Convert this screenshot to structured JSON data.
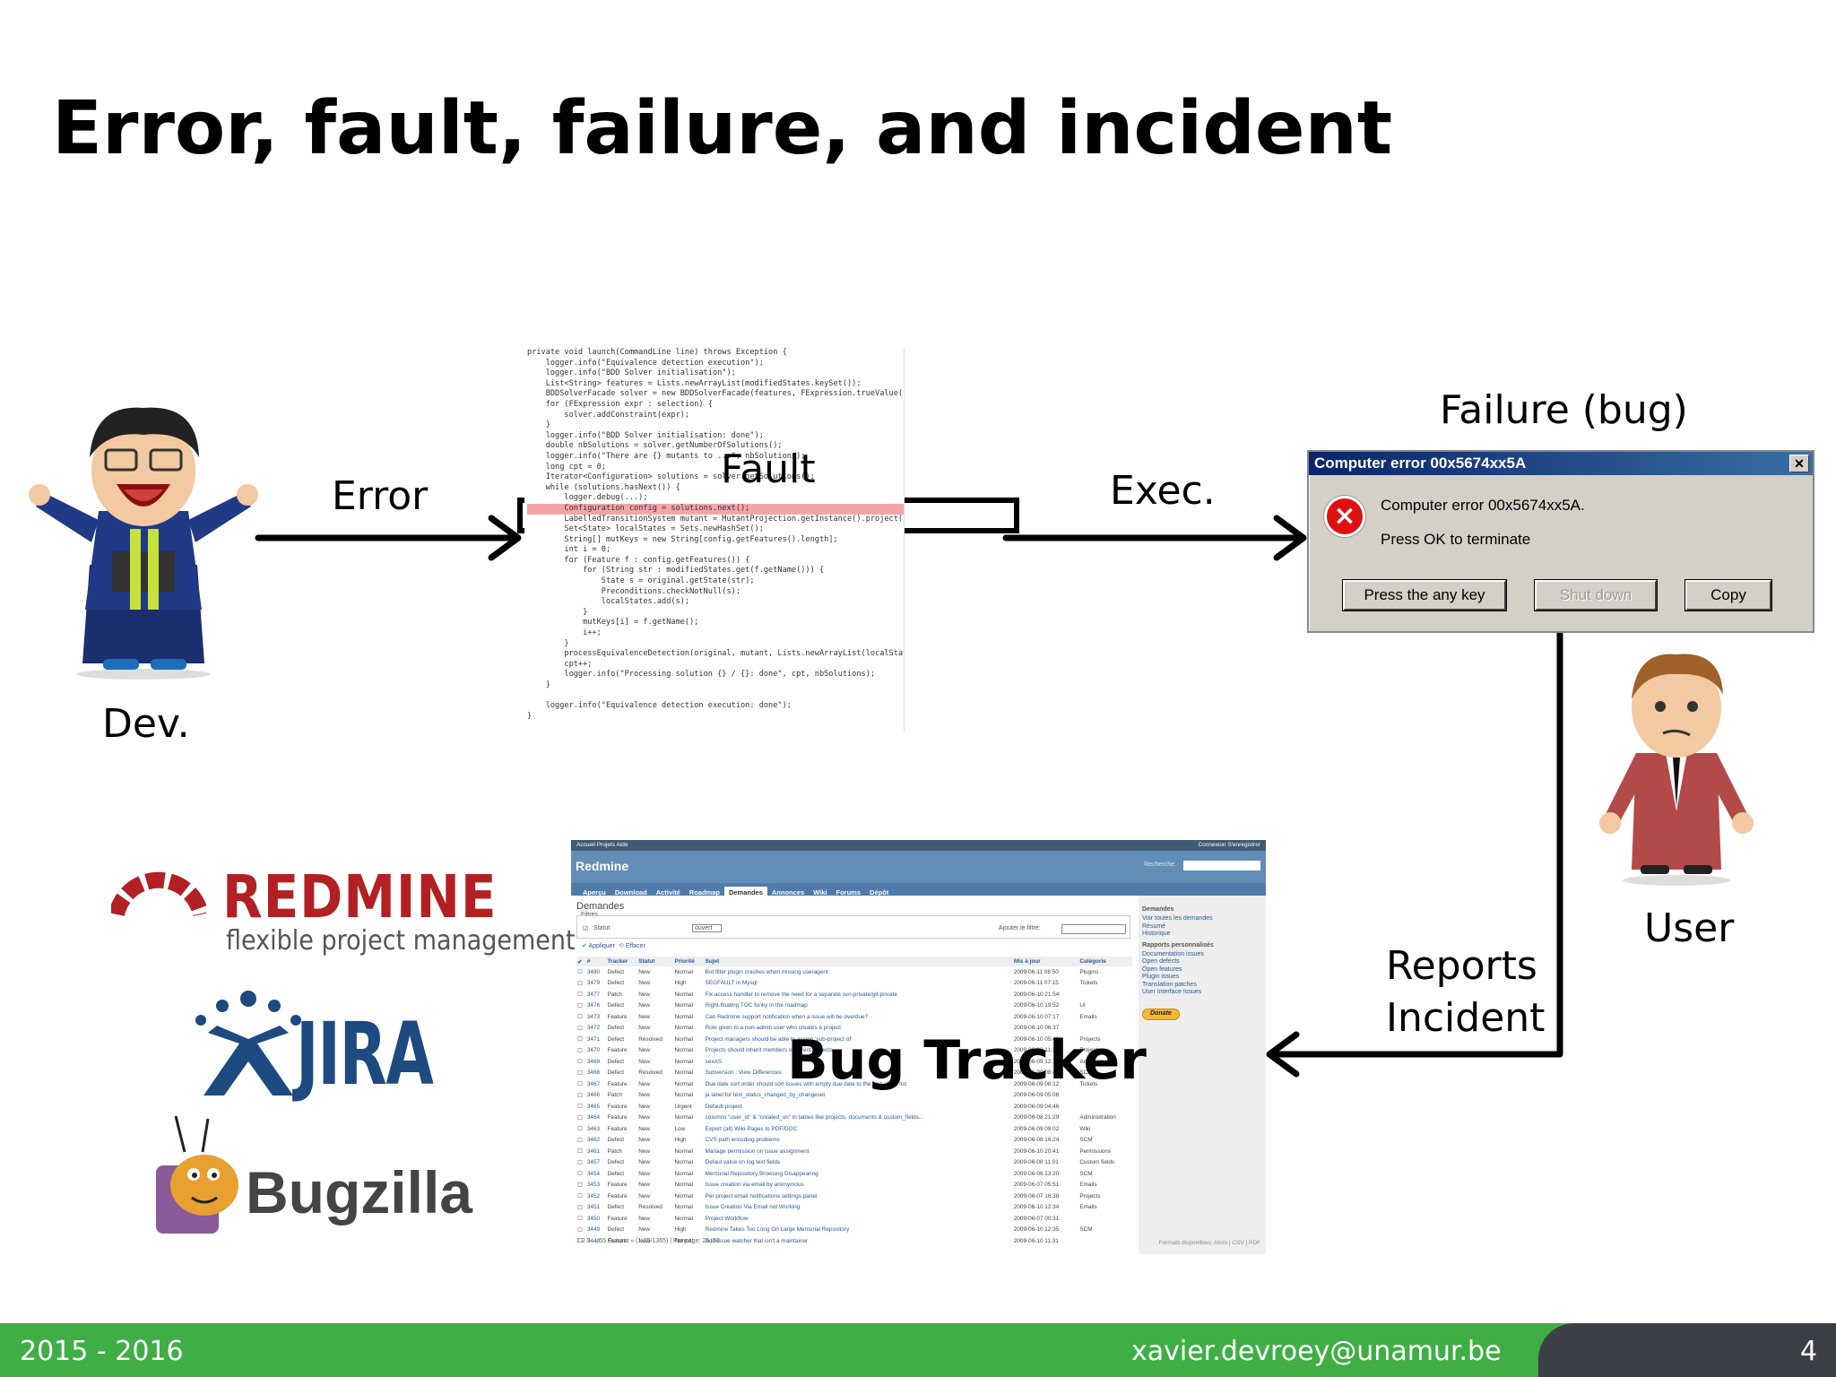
{
  "slide": {
    "title": "Error, fault, failure, and incident",
    "labels": {
      "error": "Error",
      "fault": "Fault",
      "exec": "Exec.",
      "failure": "Failure (bug)",
      "dev": "Dev.",
      "user": "User",
      "reports": "Reports",
      "incident": "Incident",
      "bug_tracker": "Bug Tracker"
    }
  },
  "code": {
    "lines": [
      "private void launch(CommandLine line) throws Exception {",
      "    logger.info(\"Equivalence detection execution\");",
      "    logger.info(\"BDD Solver initialisation\");",
      "    List<String> features = Lists.newArrayList(modifiedStates.keySet());",
      "    BDDSolverFacade solver = new BDDSolverFacade(features, FExpression.trueValue());",
      "    for (FExpression expr : selection) {",
      "        solver.addConstraint(expr);",
      "    }",
      "    logger.info(\"BDD Solver initialisation: done\");",
      "    double nbSolutions = solver.getNumberOfSolutions();",
      "    logger.info(\"There are {} mutants to ...\", nbSolutions);",
      "    long cpt = 0;",
      "    Iterator<Configuration> solutions = solver.getSolutions();",
      "    while (solutions.hasNext()) {",
      "        logger.debug(...);",
      "        Configuration config = solutions.next();",
      "        LabelledTransitionSystem mutant = MutantProjection.getInstance().project(fts, config);",
      "        Set<State> localStates = Sets.newHashSet();",
      "        String[] mutKeys = new String[config.getFeatures().length];",
      "        int i = 0;",
      "        for (Feature f : config.getFeatures()) {",
      "            for (String str : modifiedStates.get(f.getName())) {",
      "                State s = original.getState(str);",
      "                Preconditions.checkNotNull(s);",
      "                localStates.add(s);",
      "            }",
      "            mutKeys[i] = f.getName();",
      "            i++;",
      "        }",
      "        processEquivalenceDetection(original, mutant, Lists.newArrayList(localStates), mutKeys);",
      "        cpt++;",
      "        logger.info(\"Processing solution {} / {}: done\", cpt, nbSolutions);",
      "    }",
      "",
      "    logger.info(\"Equivalence detection execution: done\");",
      "}"
    ],
    "highlighted_line": 15
  },
  "dialog": {
    "title": "Computer error 00x5674xx5A",
    "message": "Computer error 00x5674xx5A.",
    "prompt": "Press OK to terminate",
    "buttons": [
      "Press the any key",
      "Shut down",
      "Copy"
    ],
    "close": "✕"
  },
  "redmine": {
    "top_left": "Accueil  Projets  Aide",
    "top_right": "Connexion  S'enregistrer",
    "name": "Redmine",
    "search_label": "Recherche:",
    "tabs": [
      "Aperçu",
      "Download",
      "Activité",
      "Roadmap",
      "Demandes",
      "Annonces",
      "Wiki",
      "Forums",
      "Dépôt"
    ],
    "active_tab": "Demandes",
    "heading": "Demandes",
    "filters_label": "Filtres",
    "status_label": "Statut",
    "status_value": "ouvert",
    "add_filter": "Ajouter le filtre:",
    "apply": "Appliquer",
    "clear": "Effacer",
    "columns": [
      "#",
      "Tracker",
      "Statut",
      "Priorité",
      "Sujet",
      "Mis à jour",
      "Catégorie"
    ],
    "rows": [
      [
        "3480",
        "Defect",
        "New",
        "Normal",
        "Bot filter plugin crashes when missing useragent",
        "2009-06-11 08:50",
        "Plugins"
      ],
      [
        "3479",
        "Defect",
        "New",
        "High",
        "SEGFAULT in Mysql",
        "2009-06-11 07:15",
        "Tickets"
      ],
      [
        "3477",
        "Patch",
        "New",
        "Normal",
        "Fix access handler to remove the need for a separate svn-private/git-private",
        "2009-06-10 21:54",
        ""
      ],
      [
        "3476",
        "Defect",
        "New",
        "Normal",
        "Right-floating TOC funky in the roadmap",
        "2009-06-10 19:52",
        "UI"
      ],
      [
        "3473",
        "Feature",
        "New",
        "Normal",
        "Can Redmine support notification when a issue will be overdue?",
        "2009-06-10 07:17",
        "Emails"
      ],
      [
        "3472",
        "Defect",
        "New",
        "Normal",
        "Role given to a non-admin user who creates a project",
        "2009-06-10 06:37",
        ""
      ],
      [
        "3471",
        "Defect",
        "Resolved",
        "Normal",
        "Project managers should be able to assign 'sub-project of'",
        "2009-06-10 05:42",
        "Projects"
      ],
      [
        "3470",
        "Feature",
        "New",
        "Normal",
        "Projects should inherit members of parent projects",
        "2009-06-09 11:37",
        "Projects"
      ],
      [
        "3469",
        "Defect",
        "New",
        "Normal",
        "sexAS",
        "2009-06-09 12:16",
        "Administration"
      ],
      [
        "3468",
        "Defect",
        "Resolved",
        "Normal",
        "Subversion : View Differences",
        "2009-06-09 08:46",
        "SCM"
      ],
      [
        "3467",
        "Feature",
        "New",
        "Normal",
        "Due date sort order should sort issues with empty due date to the end of the list",
        "2009-06-09 08:12",
        "Tickets"
      ],
      [
        "3466",
        "Patch",
        "New",
        "Normal",
        "ja label for text_status_changed_by_changeset",
        "2009-06-09 05:06",
        ""
      ],
      [
        "3465",
        "Feature",
        "New",
        "Urgent",
        "Default project",
        "2009-06-09 04:46",
        ""
      ],
      [
        "3464",
        "Feature",
        "New",
        "Normal",
        "columns \"user_id\" & \"created_on\" in tables like projects, documents & custom_fields...",
        "2009-06-08 21:29",
        "Administration"
      ],
      [
        "3463",
        "Feature",
        "New",
        "Low",
        "Export (all) Wiki-Pages to PDF/DOC",
        "2009-06-09 09:02",
        "Wiki"
      ],
      [
        "3462",
        "Defect",
        "New",
        "High",
        "CVS path encoding problems",
        "2009-06-08 16:24",
        "SCM"
      ],
      [
        "3461",
        "Patch",
        "New",
        "Normal",
        "Manage permission on issue assignment",
        "2009-06-10 20:41",
        "Permissions"
      ],
      [
        "3457",
        "Defect",
        "New",
        "Normal",
        "Defaul value on log text fields",
        "2009-06-08 11:01",
        "Custom fields"
      ],
      [
        "3454",
        "Defect",
        "New",
        "Normal",
        "Mercurial Repository Browsing Disappearing",
        "2009-06-06 13:20",
        "SCM"
      ],
      [
        "3453",
        "Feature",
        "New",
        "Normal",
        "Issue creation via email by anonymous",
        "2009-06-07 05:51",
        "Emails"
      ],
      [
        "3452",
        "Feature",
        "New",
        "Normal",
        "Per project email notifications settings panel",
        "2009-06-07 16:38",
        "Projects"
      ],
      [
        "3451",
        "Defect",
        "Resolved",
        "Normal",
        "Issue Creation Via Email not Working",
        "2009-06-10 12:34",
        "Emails"
      ],
      [
        "3450",
        "Feature",
        "New",
        "Normal",
        "Project Workflow",
        "2009-06-07 00:31",
        ""
      ],
      [
        "3449",
        "Defect",
        "New",
        "High",
        "Redmine Takes Too Long On Large Mercurial Repository",
        "2009-06-10 12:35",
        "SCM"
      ],
      [
        "3448",
        "Feature",
        "New",
        "Normal",
        "Add issue watcher that isn't a maintainer",
        "2009-06-10 11:31",
        ""
      ]
    ],
    "pagination": "1 2 3 ... 55 Suivant » (1-25/1365) | Par page: 25, 50",
    "formats": "Formats disponibles: Atom | CSV | PDF",
    "sidebar": {
      "h1": "Demandes",
      "links1": [
        "Voir toutes les demandes",
        "Résumé",
        "Historique"
      ],
      "h2": "Rapports personnalisés",
      "links2": [
        "Documentation issues",
        "Open defects",
        "Open features",
        "Plugin issues",
        "Translation patches",
        "User Interface Issues"
      ],
      "donate": "Donate"
    }
  },
  "logos": {
    "redmine_word": "REDMINE",
    "redmine_tag": "flexible project management",
    "jira_word": "JIRA",
    "bugzilla_word": "Bugzilla"
  },
  "footer": {
    "year": "2015 - 2016",
    "email": "xavier.devroey@unamur.be",
    "page": "4"
  },
  "colors": {
    "footer_green": "#3fae45",
    "footer_dark": "#3c3f45",
    "redmine_red": "#b32024",
    "jira_blue": "#1d4a80",
    "highlight": "#f5a5a8"
  }
}
